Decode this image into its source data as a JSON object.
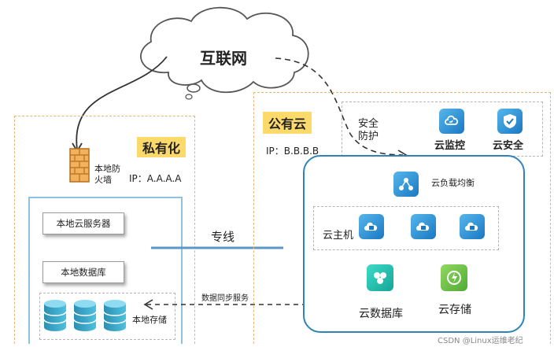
{
  "internet": {
    "label": "互联网"
  },
  "private": {
    "tag": "私有化",
    "ip": "IP：A.A.A.A",
    "firewall_label_line1": "本地防",
    "firewall_label_line2": "火墙",
    "cloud_server": "本地云服务器",
    "database": "本地数据库",
    "storage": "本地存储"
  },
  "public": {
    "tag": "公有云",
    "ip": "IP：B.B.B.B",
    "security_line1": "安全",
    "security_line2": "防护",
    "monitor": "云监控",
    "security": "云安全",
    "load_balancer": "云负载均衡",
    "ecs": "云主机",
    "cloud_db": "云数据库",
    "cloud_storage": "云存储"
  },
  "links": {
    "dedicated_line": "专线",
    "data_sync": "数据同步服务"
  },
  "watermark": "CSDN @Linux运维老纪",
  "colors": {
    "zone_border": "#e6b37a",
    "tag_bg": "#fbd96a",
    "panel_border": "#2f83b8",
    "line_blue": "#5b97c9",
    "icon_blue": "#1a78c2",
    "icon_teal": "#15a596",
    "icon_green": "#4fab35"
  }
}
